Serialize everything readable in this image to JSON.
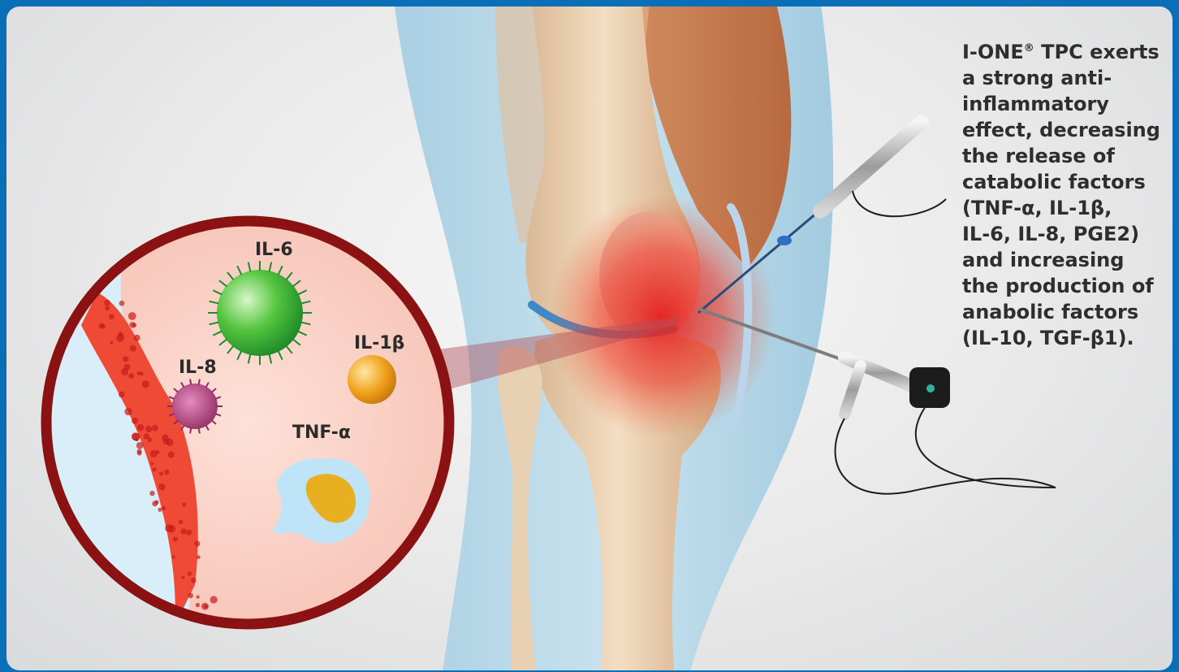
{
  "header": {
    "background_color": "#0a6fb7"
  },
  "caption": {
    "lines": [
      "I-ONE",
      "a strong anti-",
      "inflammatory",
      "effect, decreasing",
      "the release of",
      "catabolic factors",
      "(TNF-α, IL-1β,",
      "IL-6, IL-8, PGE2)",
      "and increasing",
      "the production of",
      "anabolic factors",
      "(IL-10, TGF-β1)."
    ],
    "trademark": "®",
    "first_line_rest": " TPC exerts"
  },
  "cells": {
    "il6": "IL-6",
    "il1b": "IL-1β",
    "il8": "IL-8",
    "tnfa": "TNF-α"
  },
  "colors": {
    "inflammation": "#e8302a",
    "circle_border": "#8a1212",
    "il6_cell": "#3bb34a",
    "il1b_cell": "#f0a21c",
    "il8_cell": "#b03a7a",
    "tnfa_cell": "#9fd0ef"
  },
  "icons": [
    "arthroscope-icon",
    "needle-probe-icon"
  ]
}
